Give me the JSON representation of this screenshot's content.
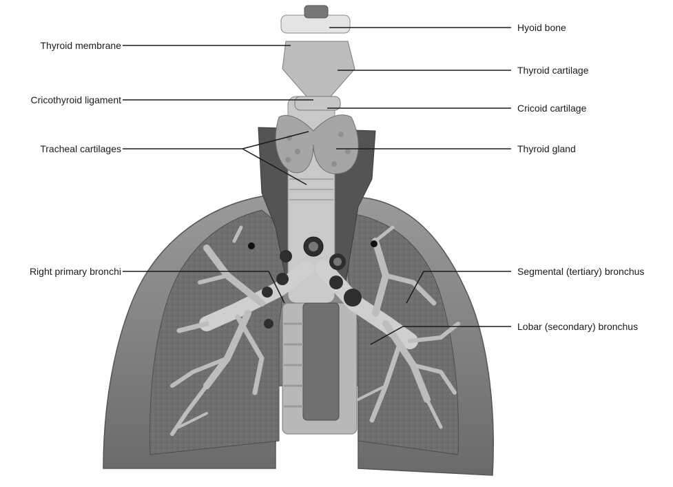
{
  "labels_left": [
    "Thyroid membrane",
    "Cricothyroid ligament",
    "Tracheal cartilages",
    "Right primary bronchi"
  ],
  "labels_right": [
    "Hyoid bone",
    "Thyroid cartilage",
    "Cricoid cartilage",
    "Thyroid gland",
    "Segmental (tertiary) bronchus",
    "Lobar (secondary) bronchus"
  ],
  "colors": {
    "lung_surface": "#8c8c8c",
    "lung_cut": "#6e6e6e",
    "airway": "#d2d2d2",
    "vessel": "#4a4a4a",
    "leader_line": "#1a1a1a"
  }
}
